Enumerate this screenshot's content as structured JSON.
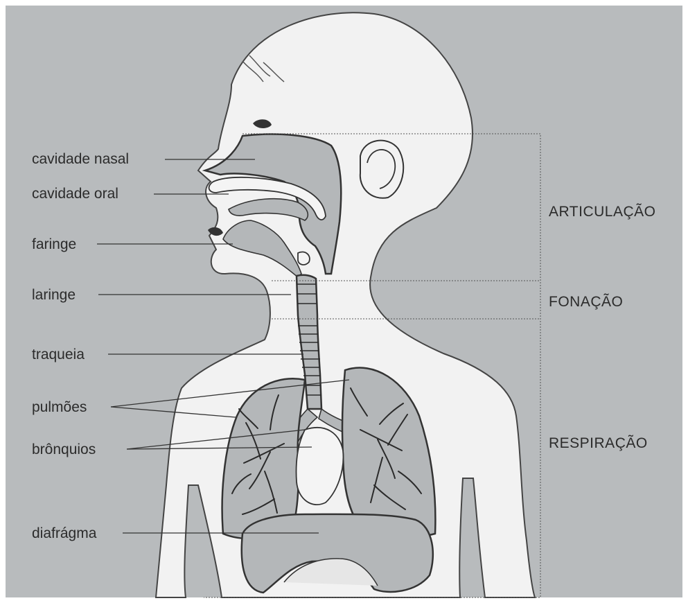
{
  "colors": {
    "background": "#b8bbbd",
    "body_fill": "#f2f2f2",
    "organ_fill": "#b4b7b9",
    "outline": "#333333"
  },
  "labels": {
    "nasal_cavity": "cavidade nasal",
    "oral_cavity": "cavidade oral",
    "pharynx": "faringe",
    "larynx": "laringe",
    "trachea": "traqueia",
    "lungs": "pulmões",
    "bronchi": "brônquios",
    "diaphragm": "diafrágma"
  },
  "zones": {
    "articulation": "ARTICULAÇÃO",
    "phonation": "FONAÇÃO",
    "respiration": "RESPIRAÇÃO"
  }
}
